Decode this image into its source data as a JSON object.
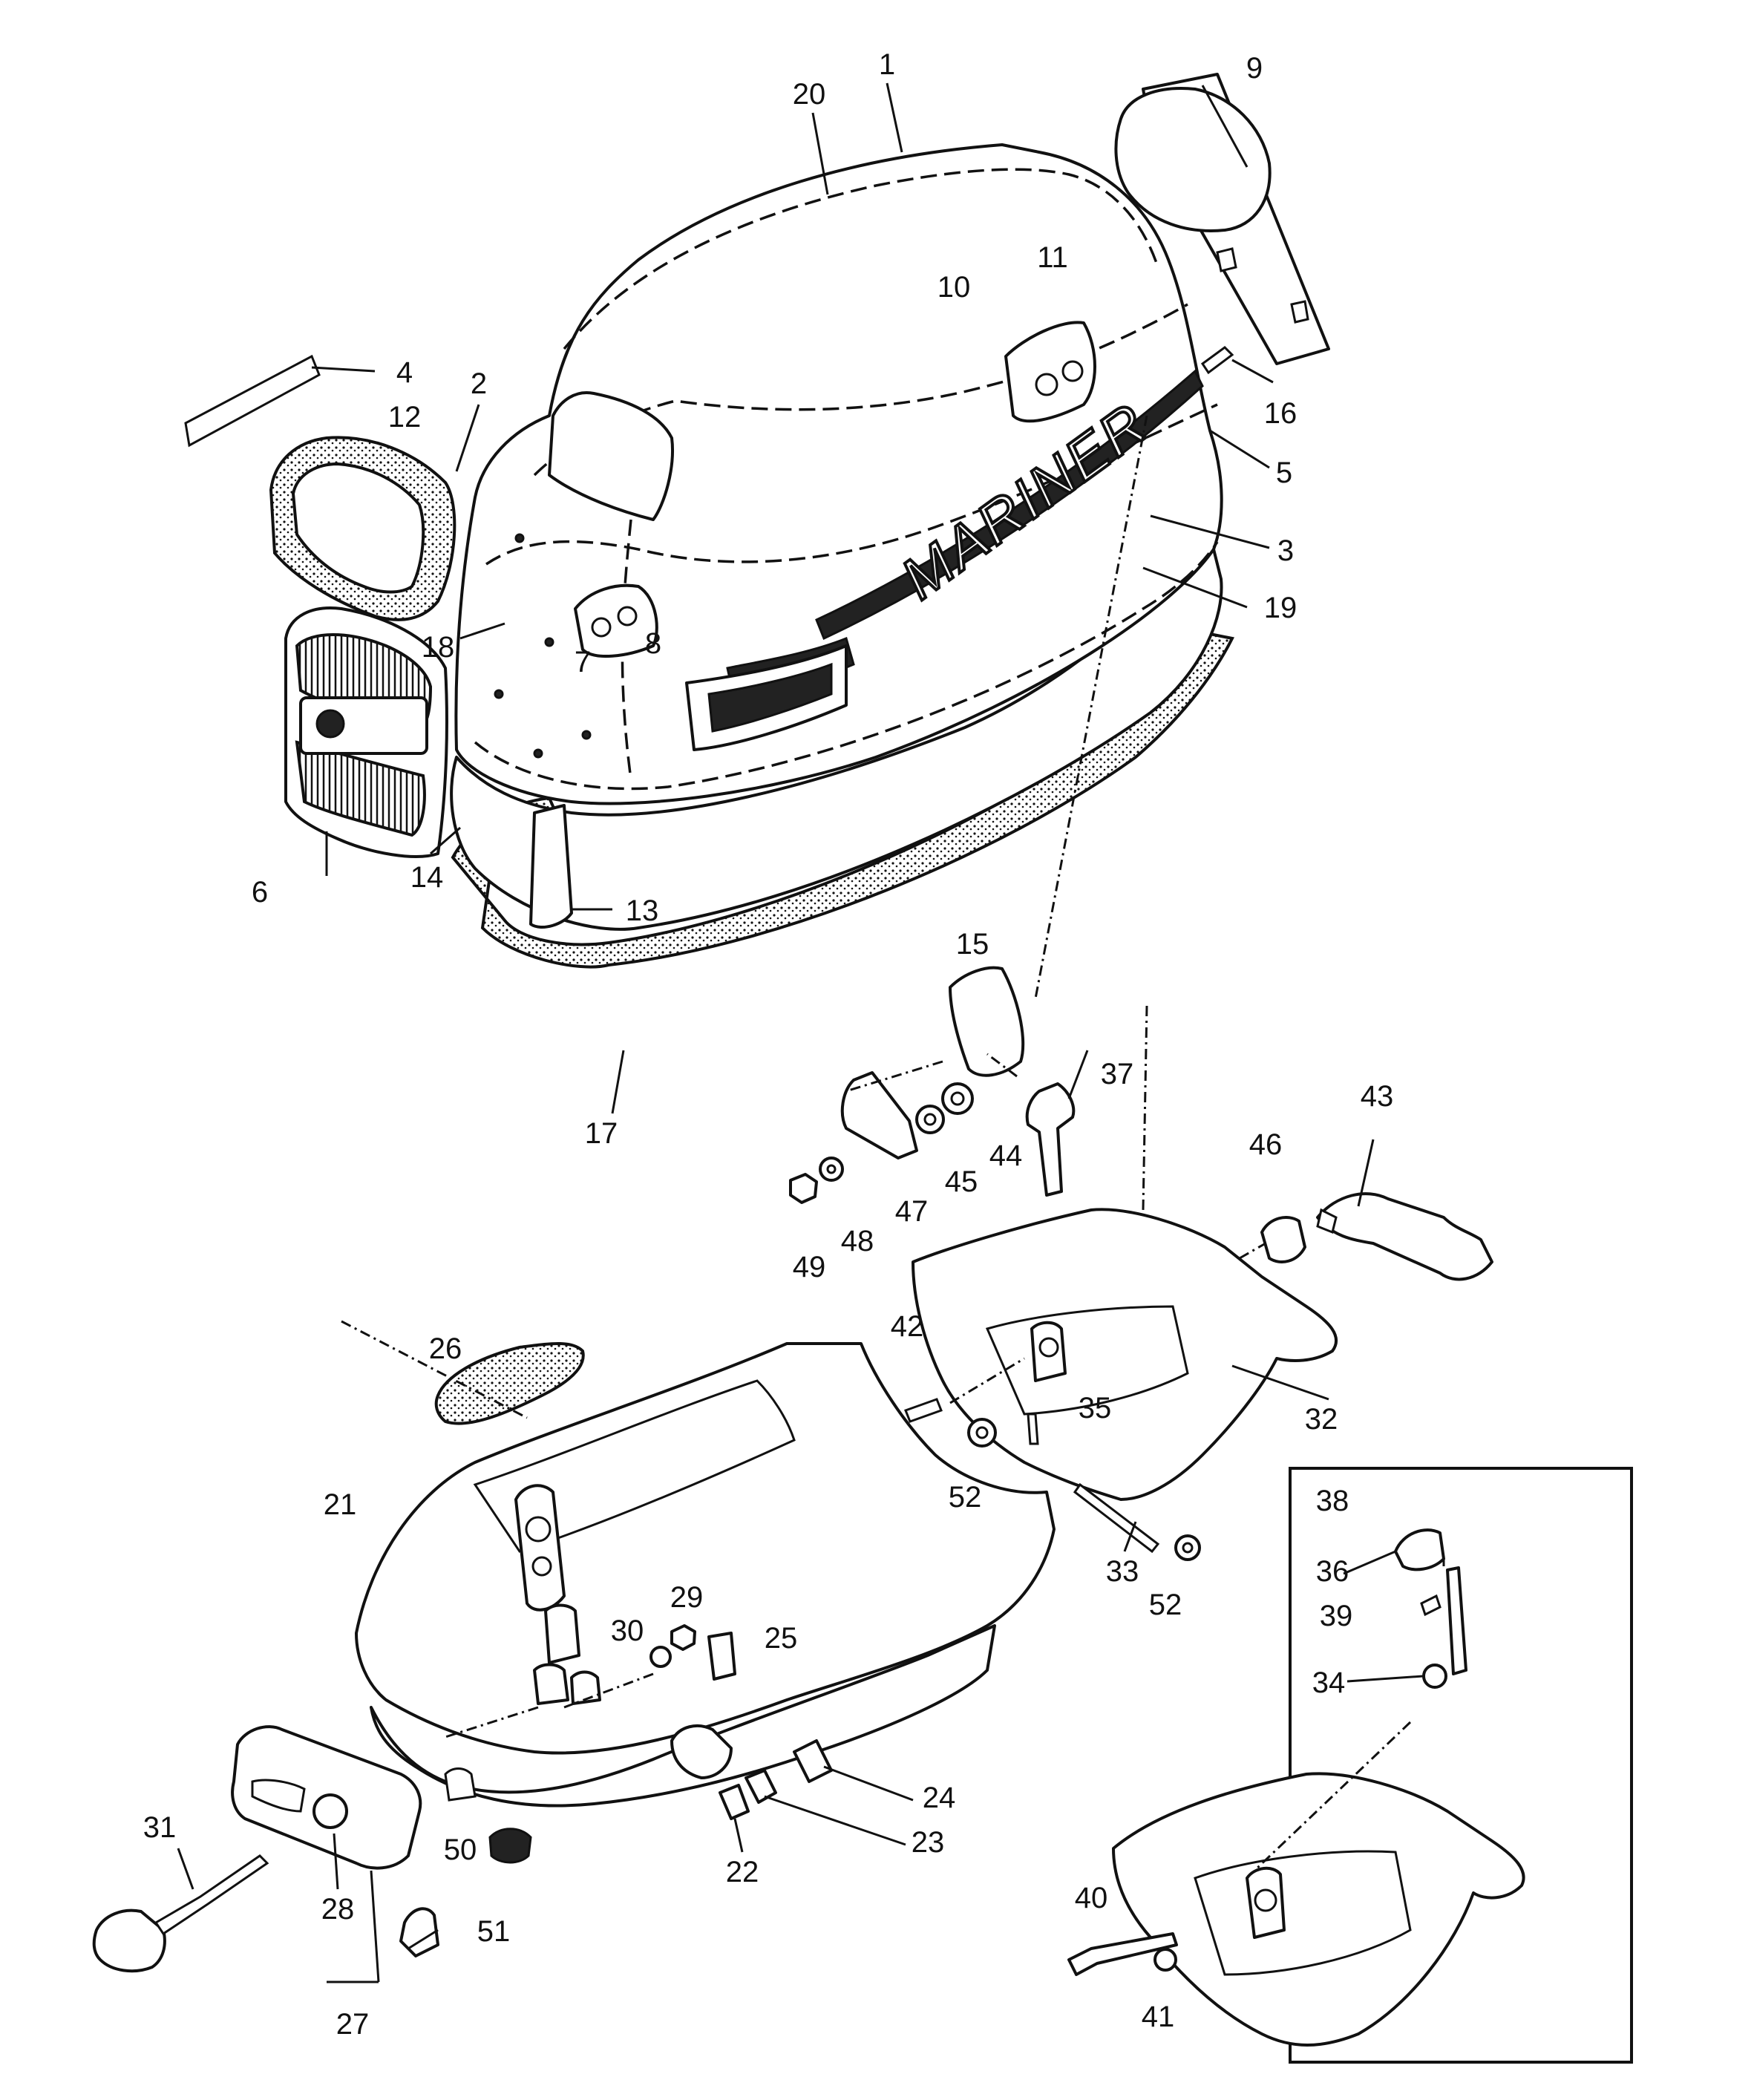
{
  "brand_text": "MARINER",
  "callouts": [
    {
      "id": "c1",
      "label": "1"
    },
    {
      "id": "c2",
      "label": "2"
    },
    {
      "id": "c3",
      "label": "3"
    },
    {
      "id": "c4",
      "label": "4"
    },
    {
      "id": "c5",
      "label": "5"
    },
    {
      "id": "c6",
      "label": "6"
    },
    {
      "id": "c7",
      "label": "7"
    },
    {
      "id": "c8",
      "label": "8"
    },
    {
      "id": "c9",
      "label": "9"
    },
    {
      "id": "c10",
      "label": "10"
    },
    {
      "id": "c11",
      "label": "11"
    },
    {
      "id": "c12",
      "label": "12"
    },
    {
      "id": "c13",
      "label": "13"
    },
    {
      "id": "c14",
      "label": "14"
    },
    {
      "id": "c15",
      "label": "15"
    },
    {
      "id": "c16",
      "label": "16"
    },
    {
      "id": "c17",
      "label": "17"
    },
    {
      "id": "c18",
      "label": "18"
    },
    {
      "id": "c19",
      "label": "19"
    },
    {
      "id": "c20",
      "label": "20"
    },
    {
      "id": "c21",
      "label": "21"
    },
    {
      "id": "c22",
      "label": "22"
    },
    {
      "id": "c23",
      "label": "23"
    },
    {
      "id": "c24",
      "label": "24"
    },
    {
      "id": "c25",
      "label": "25"
    },
    {
      "id": "c26",
      "label": "26"
    },
    {
      "id": "c27",
      "label": "27"
    },
    {
      "id": "c28",
      "label": "28"
    },
    {
      "id": "c29",
      "label": "29"
    },
    {
      "id": "c30",
      "label": "30"
    },
    {
      "id": "c31",
      "label": "31"
    },
    {
      "id": "c32",
      "label": "32"
    },
    {
      "id": "c33",
      "label": "33"
    },
    {
      "id": "c34",
      "label": "34"
    },
    {
      "id": "c35",
      "label": "35"
    },
    {
      "id": "c36",
      "label": "36"
    },
    {
      "id": "c37",
      "label": "37"
    },
    {
      "id": "c38",
      "label": "38"
    },
    {
      "id": "c39",
      "label": "39"
    },
    {
      "id": "c40",
      "label": "40"
    },
    {
      "id": "c41",
      "label": "41"
    },
    {
      "id": "c42",
      "label": "42"
    },
    {
      "id": "c43",
      "label": "43"
    },
    {
      "id": "c44",
      "label": "44"
    },
    {
      "id": "c45",
      "label": "45"
    },
    {
      "id": "c46",
      "label": "46"
    },
    {
      "id": "c47",
      "label": "47"
    },
    {
      "id": "c48",
      "label": "48"
    },
    {
      "id": "c49",
      "label": "49"
    },
    {
      "id": "c50",
      "label": "50"
    },
    {
      "id": "c51",
      "label": "51"
    },
    {
      "id": "c52a",
      "label": "52"
    },
    {
      "id": "c52b",
      "label": "52"
    }
  ]
}
